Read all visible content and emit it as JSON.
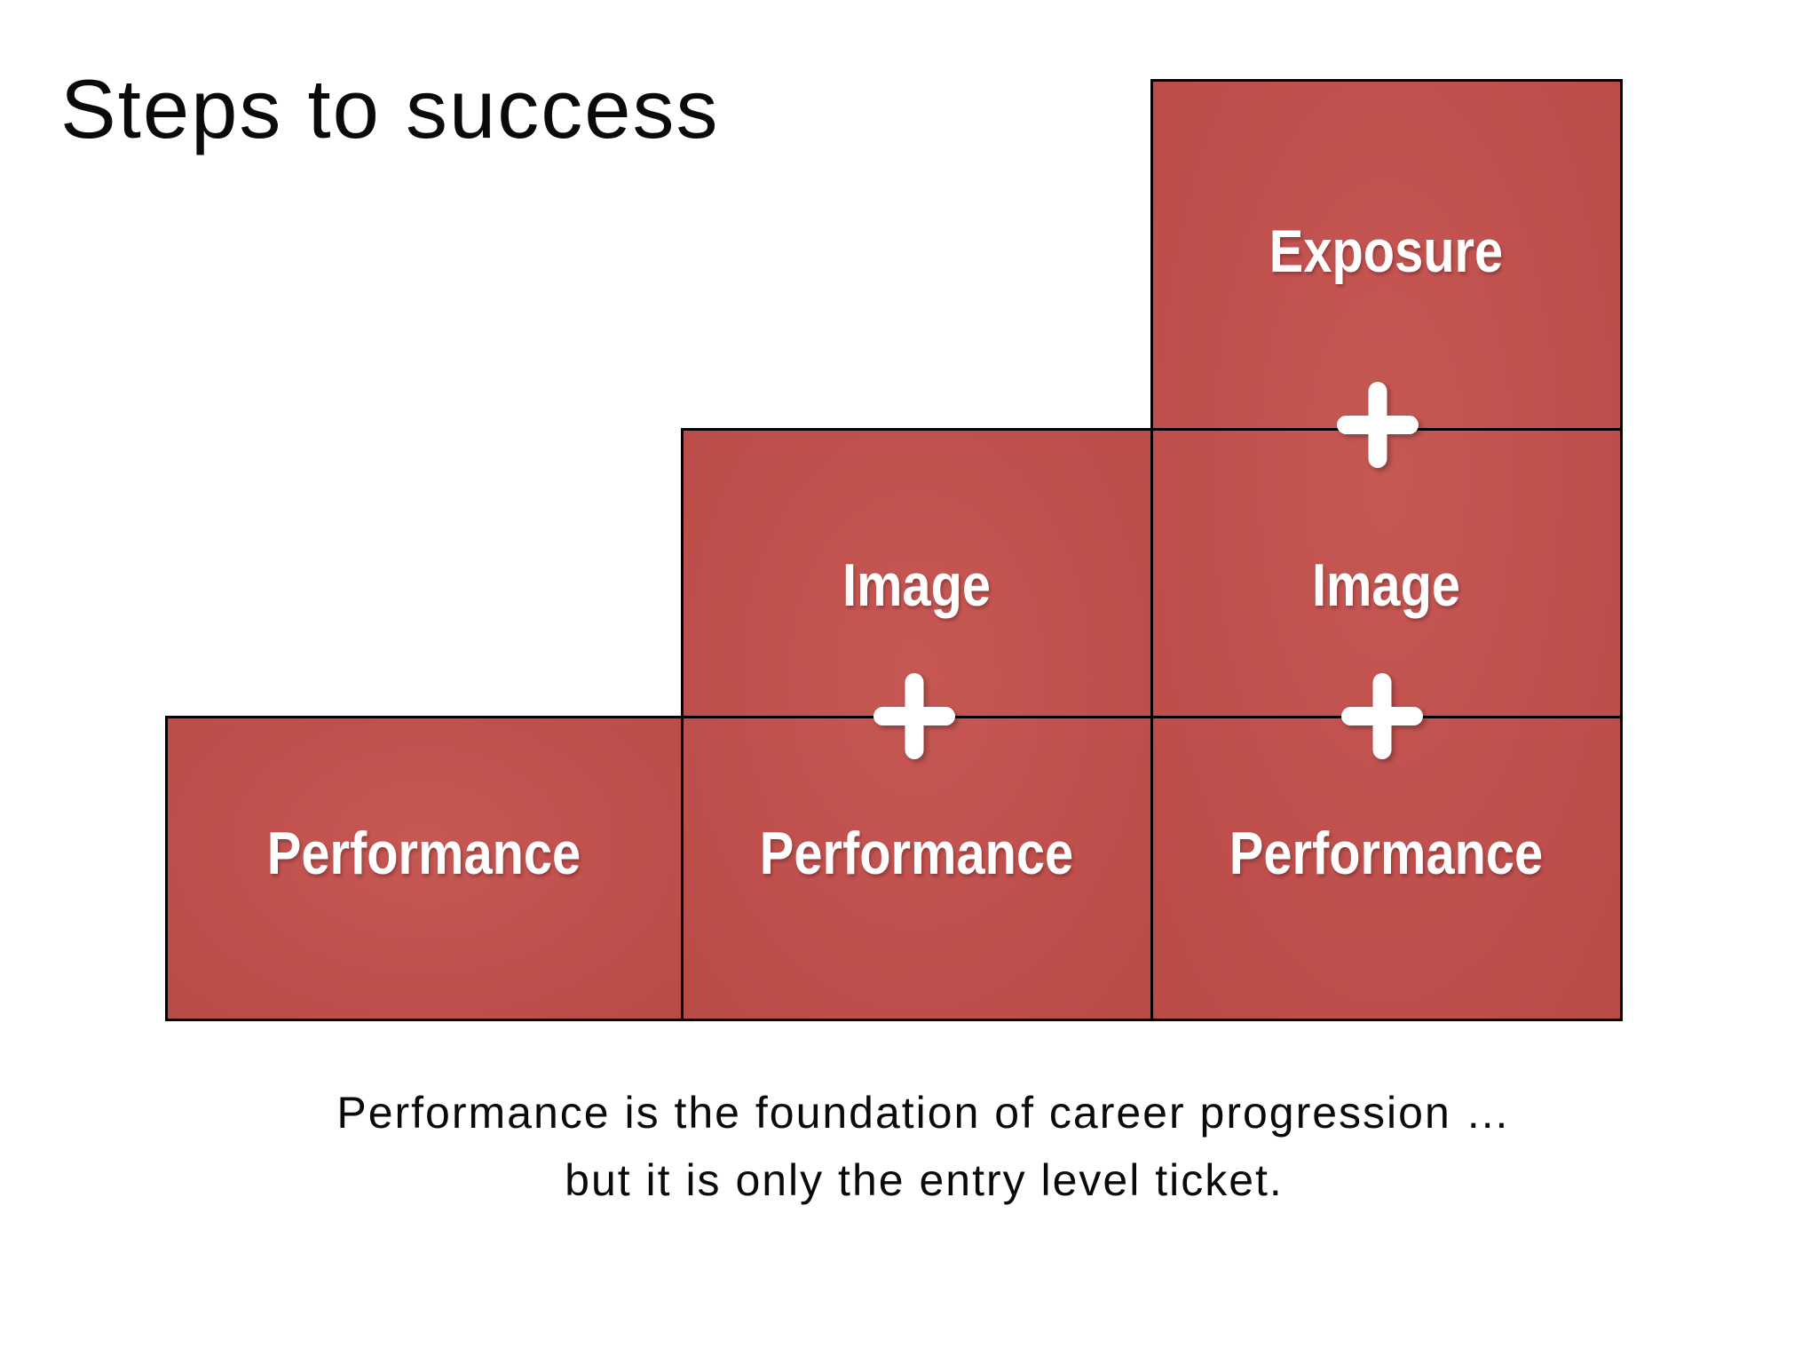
{
  "title": "Steps to success",
  "diagram": {
    "columns": [
      {
        "cells": [
          {
            "label": "Performance"
          }
        ]
      },
      {
        "cells": [
          {
            "label": "Image"
          },
          {
            "label": "Performance"
          }
        ]
      },
      {
        "cells": [
          {
            "label": "Exposure"
          },
          {
            "label": "Image"
          },
          {
            "label": "Performance"
          }
        ]
      }
    ],
    "plus_symbol": "+",
    "colors": {
      "box_fill": "#C0504D",
      "box_border": "#000000",
      "label_text": "#FFFFFF",
      "plus": "#FFFFFF",
      "text": "#0A0A0A"
    }
  },
  "caption": {
    "line1": "Performance is the foundation of career progression …",
    "line2": "but it is only the entry level ticket."
  }
}
